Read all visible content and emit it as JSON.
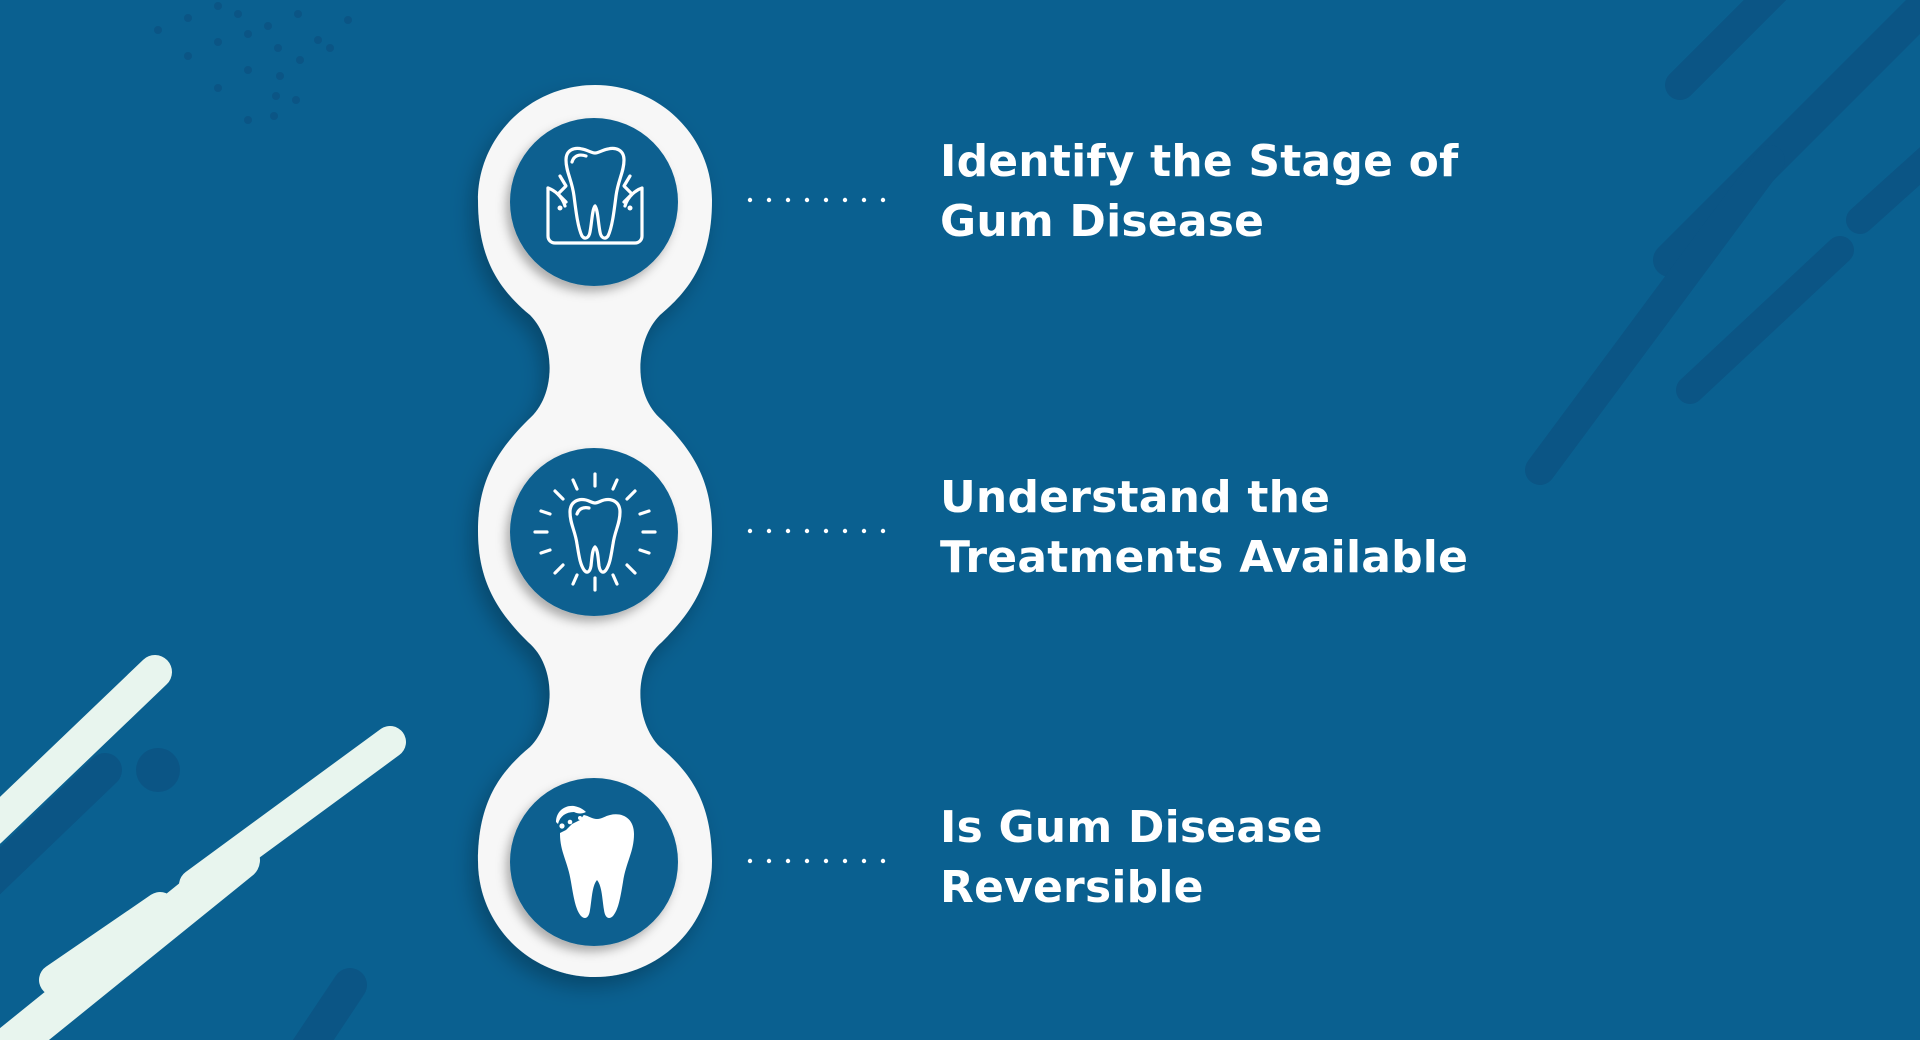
{
  "colors": {
    "background": "#0a6090",
    "background_dark": "#0b5585",
    "accent_light": "#e8f5ee",
    "badge_white": "#f7f7f7",
    "circle_blue": "#0a6090",
    "text": "#ffffff"
  },
  "steps": [
    {
      "icon": "gum-tooth-icon",
      "line1": "Identify the Stage of",
      "line2": "Gum Disease"
    },
    {
      "icon": "shining-tooth-icon",
      "line1": "Understand the",
      "line2": "Treatments Available"
    },
    {
      "icon": "damaged-tooth-icon",
      "line1": "Is Gum Disease",
      "line2": "Reversible"
    }
  ]
}
